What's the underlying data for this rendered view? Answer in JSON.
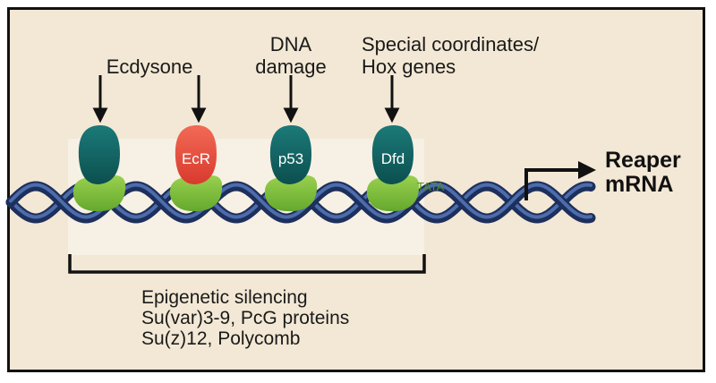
{
  "signals": {
    "ecdysone": "Ecdysone",
    "dna_damage": [
      "DNA",
      "damage"
    ],
    "special": [
      "Special coordinates/",
      "Hox genes"
    ]
  },
  "proteins": {
    "unlabeled": "",
    "ecr": "EcR",
    "p53": "p53",
    "dfd": "Dfd"
  },
  "tata": "TATA",
  "reaper": [
    "Reaper",
    "mRNA"
  ],
  "silencing": [
    "Epigenetic silencing",
    "Su(var)3-9, PcG proteins",
    "Su(z)12, Polycomb"
  ],
  "colors": {
    "background": "#f3e8d5",
    "dna_strand": "#22386a",
    "teal_factor": "#0f5f5e",
    "ecr_factor": "#e2483a",
    "green_base": "#7cbf3c",
    "tata_text": "#4f8f1f"
  }
}
